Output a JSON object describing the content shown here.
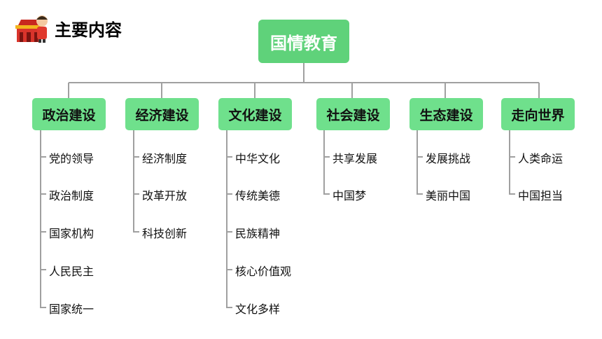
{
  "header": {
    "title": "主要内容"
  },
  "root": {
    "label": "国情教育"
  },
  "branches": [
    {
      "label": "政治建设",
      "items": [
        "党的领导",
        "政治制度",
        "国家机构",
        "人民民主",
        "国家统一"
      ]
    },
    {
      "label": "经济建设",
      "items": [
        "经济制度",
        "改革开放",
        "科技创新"
      ]
    },
    {
      "label": "文化建设",
      "items": [
        "中华文化",
        "传统美德",
        "民族精神",
        "核心价值观",
        "文化多样"
      ]
    },
    {
      "label": "社会建设",
      "items": [
        "共享发展",
        "中国梦"
      ]
    },
    {
      "label": "生态建设",
      "items": [
        "发展挑战",
        "美丽中国"
      ]
    },
    {
      "label": "走向世界",
      "items": [
        "人类命运",
        "中国担当"
      ]
    }
  ],
  "colors": {
    "node": "#6fe08c",
    "root": "#5fd27a",
    "line": "#a0a0a0"
  },
  "icons": {
    "logo": "tiananmen-mascot-icon"
  }
}
